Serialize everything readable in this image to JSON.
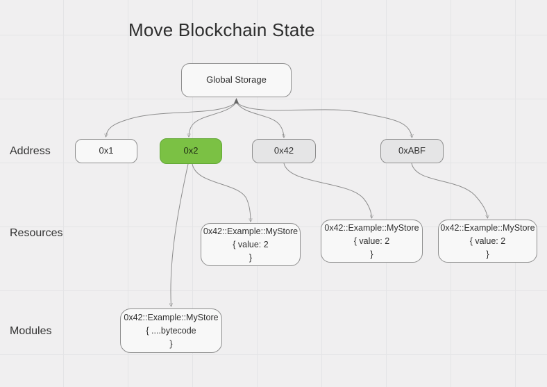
{
  "title": "Move Blockchain State",
  "row_labels": {
    "address": "Address",
    "resources": "Resources",
    "modules": "Modules"
  },
  "nodes": {
    "global_storage": {
      "label": "Global Storage"
    },
    "addresses": [
      {
        "label": "0x1",
        "highlighted": false
      },
      {
        "label": "0x2",
        "highlighted": true
      },
      {
        "label": "0x42",
        "highlighted": false
      },
      {
        "label": "0xABF",
        "highlighted": false
      }
    ],
    "resources": [
      {
        "lines": [
          "0x42::Example::MyStore",
          "{ value: 2",
          "}"
        ]
      },
      {
        "lines": [
          "0x42::Example::MyStore",
          "{ value: 2",
          "}"
        ]
      },
      {
        "lines": [
          "0x42::Example::MyStore",
          "{ value: 2",
          "}"
        ]
      }
    ],
    "modules": [
      {
        "lines": [
          "0x42::Example::MyStore",
          "{ ....bytecode",
          "}"
        ]
      }
    ]
  },
  "edges": [
    {
      "from": "Global Storage",
      "to": "0x1"
    },
    {
      "from": "Global Storage",
      "to": "0x2"
    },
    {
      "from": "Global Storage",
      "to": "0x42"
    },
    {
      "from": "Global Storage",
      "to": "0xABF"
    },
    {
      "from": "0x2",
      "to": "resource-1"
    },
    {
      "from": "0x2",
      "to": "module-1"
    },
    {
      "from": "0x42",
      "to": "resource-2"
    },
    {
      "from": "0xABF",
      "to": "resource-3"
    }
  ],
  "colors": {
    "background": "#f0eff0",
    "grid_line": "#e4e4e6",
    "node_fill_light": "#f8f8f8",
    "node_fill_gray": "#e5e5e6",
    "node_border": "#8e8e8e",
    "accent_green": "#7bc144",
    "accent_green_border": "#63a837",
    "edge": "#8d8d8d",
    "text": "#333333"
  }
}
